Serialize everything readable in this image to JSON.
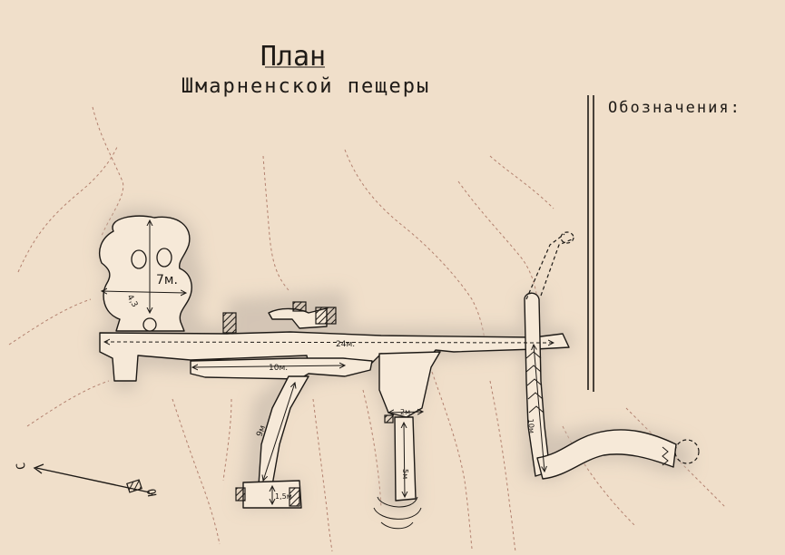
{
  "title": "План",
  "subtitle": "Шмарненской пещеры",
  "legend": {
    "label": "Обозначения:"
  },
  "dimensions": {
    "hall_height": "7м.",
    "hall_width": "4,3",
    "main_passage": "24м.",
    "side_passage": "10м.",
    "diagonal_passage": "9м",
    "small_chamber": "1,5м",
    "crossing": "2м",
    "south_shaft": "5м",
    "east_passage": "10м"
  },
  "compass": {
    "north": "С",
    "south": "Ю"
  },
  "colors": {
    "paper": "#f3e3cf",
    "ink": "#1e1a16",
    "contour": "#a8705f",
    "shade": "#c9bcad",
    "cave_fill": "#f6e9d8"
  }
}
